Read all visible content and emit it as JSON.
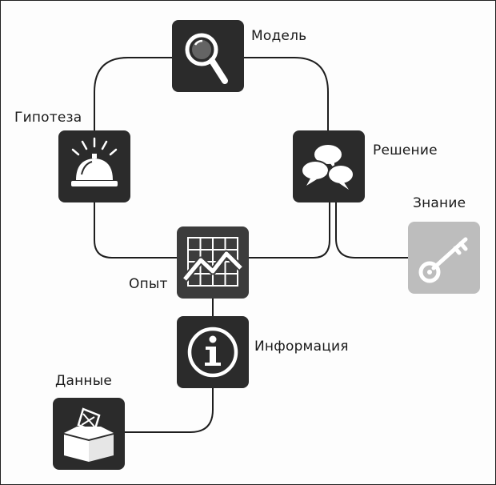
{
  "nodes": {
    "model": {
      "label": "Модель",
      "icon": "magnifier-icon"
    },
    "hypothesis": {
      "label": "Гипотеза",
      "icon": "service-bell-icon"
    },
    "decision": {
      "label": "Решение",
      "icon": "speech-bubbles-icon"
    },
    "knowledge": {
      "label": "Знание",
      "icon": "key-icon"
    },
    "experience": {
      "label": "Опыт",
      "icon": "chart-icon"
    },
    "information": {
      "label": "Информация",
      "icon": "info-icon"
    },
    "data": {
      "label": "Данные",
      "icon": "box-icon"
    }
  },
  "colors": {
    "tile_dark": "#2b2b2b",
    "tile_mid": "#3c3c3c",
    "tile_light": "#bdbdbd",
    "line": "#1e1e1e"
  }
}
